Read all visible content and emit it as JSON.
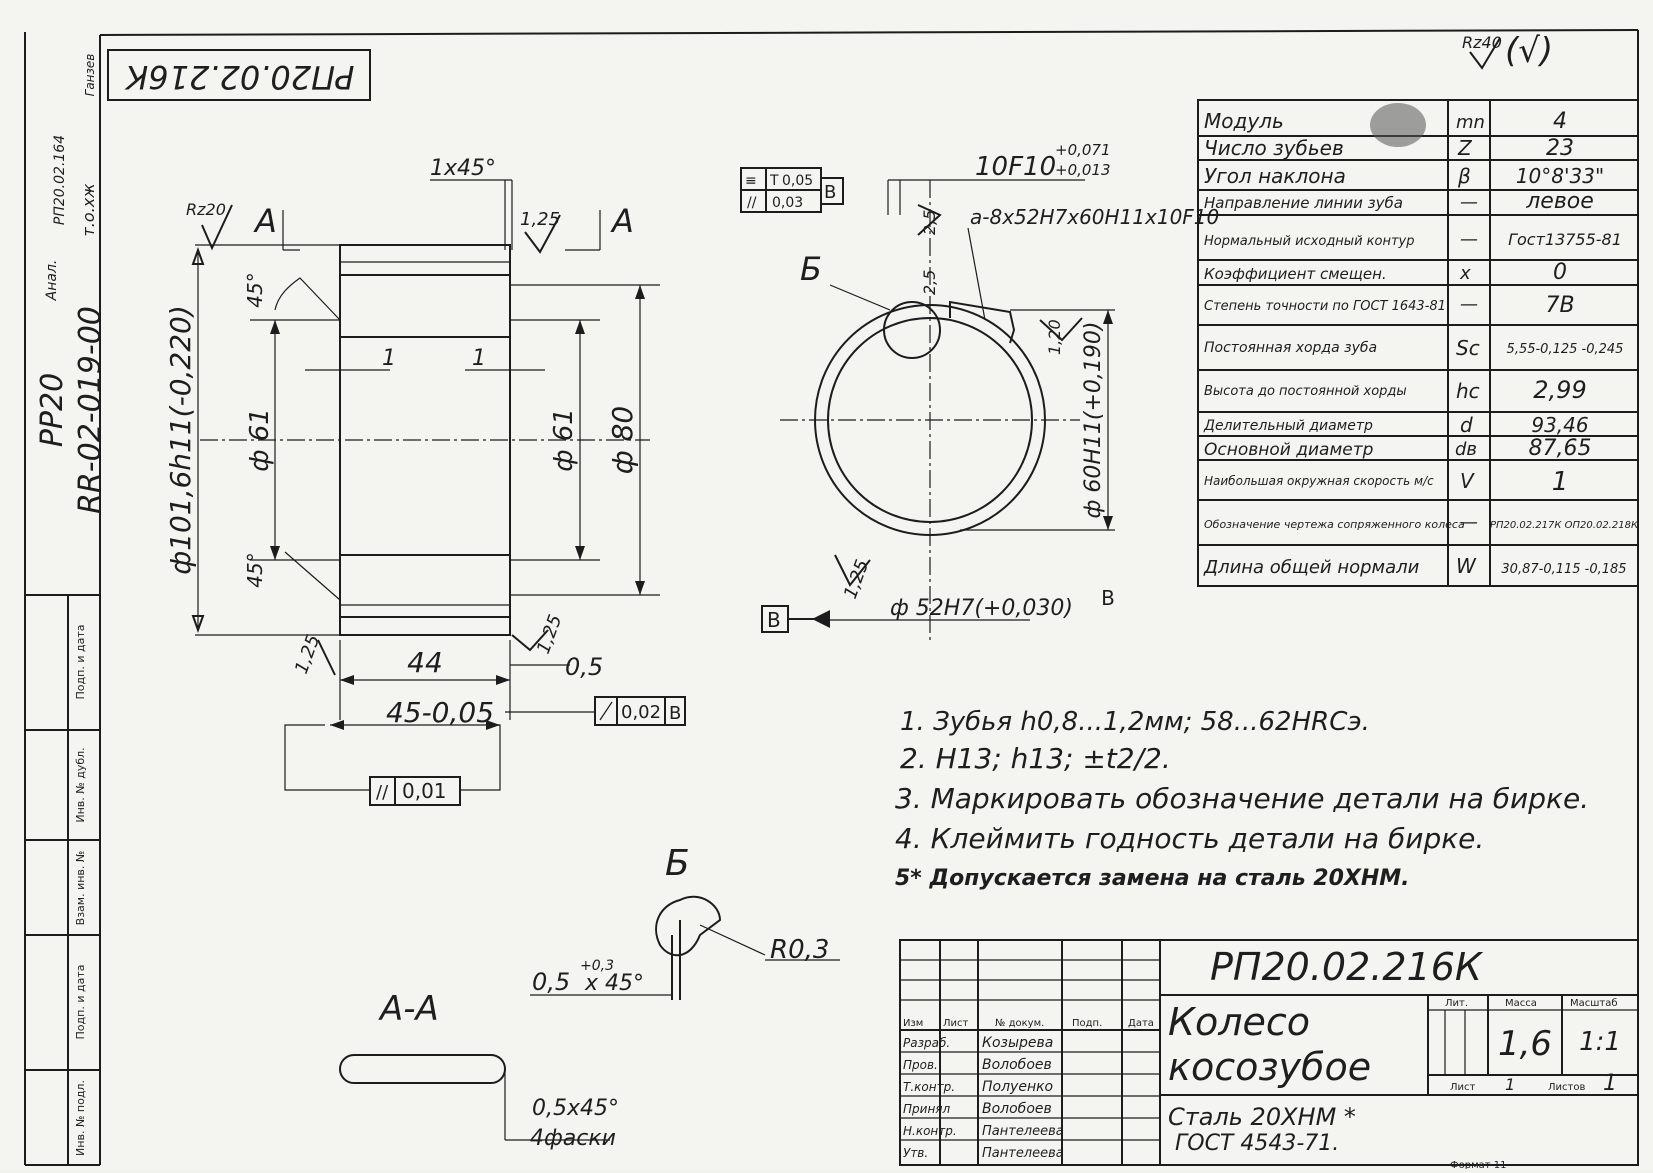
{
  "drawing": {
    "number_top": "РП20.02.216К",
    "margin": {
      "rp": "РР20",
      "rr": "RR-02-019-00",
      "anal": "Анал.",
      "anal_ref": "РП20.02.164",
      "small_sign": "т.о.хж",
      "top_sign": "Ганзев"
    },
    "roughness": {
      "mark": "Rz40",
      "general": "(√)"
    },
    "gear_params": [
      {
        "label": "Модуль",
        "sym": "mn",
        "val": "4"
      },
      {
        "label": "Число зубьев",
        "sym": "Z",
        "val": "23"
      },
      {
        "label": "Угол наклона",
        "sym": "β",
        "val": "10°8'33\""
      },
      {
        "label": "Направление линии зуба",
        "sym": "—",
        "val": "левое"
      },
      {
        "label": "Нормальный исходный контур",
        "sym": "—",
        "val": "Гост13755-81"
      },
      {
        "label": "Коэффициент смещен.",
        "sym": "x",
        "val": "0"
      },
      {
        "label": "Степень точности по ГОСТ 1643-81",
        "sym": "—",
        "val": "7В"
      },
      {
        "label": "Постоянная хорда зуба",
        "sym": "Sc",
        "val": "5,55-0,125 -0,245"
      },
      {
        "label": "Высота до постоянной хорды",
        "sym": "hc",
        "val": "2,99"
      },
      {
        "label": "Делительный диаметр",
        "sym": "d",
        "val": "93,46"
      },
      {
        "label": "Основной диаметр",
        "sym": "dв",
        "val": "87,65"
      },
      {
        "label": "Наибольшая окружная скорость м/с",
        "sym": "V",
        "val": "1"
      },
      {
        "label": "Обозначение чертежа сопряженного колеса",
        "sym": "—",
        "val": "РП20.02.217К ОП20.02.218К"
      },
      {
        "label": "Длина общей нормали",
        "sym": "W",
        "val": "30,87-0,115 -0,185"
      }
    ],
    "section_view": {
      "section_mark": "А",
      "chamfer": "1х45°",
      "roughness_left": "Rz20",
      "roughness_right": "1,25",
      "angle_top": "45°",
      "angle_bottom": "45°",
      "dia_outer": "ф101,6h11(-0,220)",
      "dia_bore_left": "ф 61",
      "dia_bore_right": "ф 61",
      "dia_hub": "ф 80",
      "dim_1_left": "1",
      "dim_1_right": "1",
      "dim_44": "44",
      "dim_0_5": "0,5",
      "dim_45": "45-0,05",
      "rough_bl": "1,25",
      "rough_br": "1,25",
      "runout": "0,02",
      "runout_base": "В",
      "parallel": "0,01"
    },
    "end_view": {
      "tol_1": "0,05",
      "tol_1_prefix": "Т",
      "tol_2": "0,03",
      "tol_base": "В",
      "fit_10f10": "10F10",
      "fit_10f10_upper": "+0,071",
      "fit_10f10_lower": "+0,013",
      "spline_spec": "a-8x52H7x60H11x10F10",
      "detail_mark": "Б",
      "rough_25": "2,5",
      "rough_25b": "2,5",
      "rough_20": "1,20",
      "dia_60": "ф 60H11(+0,190)",
      "dia_52": "ф 52H7(+0,030)",
      "rough_125": "1,25",
      "base_mark": "В"
    },
    "detail_b": {
      "title": "Б",
      "radius": "R0,3",
      "chamfer": "0,5",
      "chamfer_tol": "+0,3",
      "chamfer_angle": "х 45°"
    },
    "section_aa": {
      "title": "А-А",
      "chamfer": "0,5х45°",
      "count": "4фаски"
    },
    "notes": [
      "1. Зубья h0,8...1,2мм; 58...62HRCэ.",
      "2. H13; h13; ±t2/2.",
      "3. Маркировать обозначение детали на бирке.",
      "4. Клеймить годность детали на бирке.",
      "5* Допускается замена на сталь 20ХНМ."
    ],
    "title_block": {
      "number": "РП20.02.216К",
      "name_line1": "Колесо",
      "name_line2": "косозубое",
      "material_line1": "Сталь 20ХНМ *",
      "material_line2": "ГОСТ 4543-71.",
      "col_headers": [
        "Изм",
        "Лист",
        "№ докум.",
        "Подп.",
        "Дата"
      ],
      "roles": [
        {
          "role": "Разраб.",
          "name": "Козырева"
        },
        {
          "role": "Пров.",
          "name": "Волобоев"
        },
        {
          "role": "Т.контр.",
          "name": "Полуенко"
        },
        {
          "role": "Принял",
          "name": "Волобоев"
        },
        {
          "role": "Н.контр.",
          "name": "Пантелеева"
        },
        {
          "role": "Утв.",
          "name": "Пантелеева"
        }
      ],
      "lit_label": "Лит.",
      "mass_label": "Масса",
      "scale_label": "Масштаб",
      "mass": "1,6",
      "scale": "1:1",
      "sheet_label": "Лист",
      "sheet": "1",
      "sheets_label": "Листов",
      "sheets": "1",
      "format": "Формат 11"
    },
    "side_strip": [
      "Подп. и дата",
      "Инв. № дубл.",
      "Взам. инв. №",
      "Подп. и дата",
      "Инв. № подл."
    ]
  }
}
